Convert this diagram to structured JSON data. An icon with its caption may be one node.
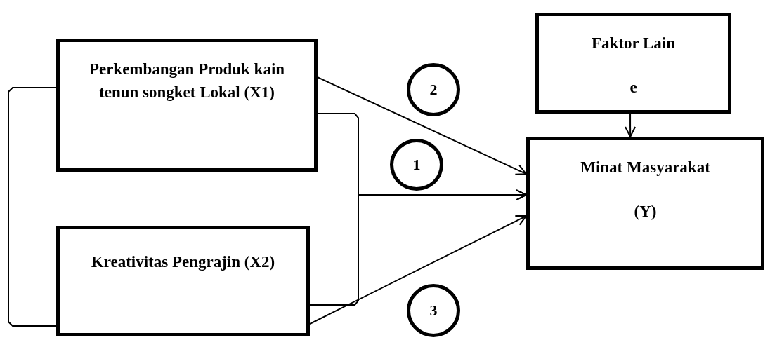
{
  "diagram": {
    "nodes": [
      {
        "text": [
          "Perkembangan Produk kain tenun songket Lokal (X1)"
        ]
      },
      {
        "text": [
          "Kreativitas Pengrajin (X2)"
        ]
      },
      {
        "text": [
          "Faktor Lain",
          "e"
        ]
      },
      {
        "text": [
          "Minat Masyarakat",
          "(Y)"
        ]
      },
      {
        "text": [
          "2"
        ]
      },
      {
        "text": [
          "1"
        ]
      },
      {
        "text": [
          "3"
        ]
      }
    ],
    "edges": [
      {
        "from": 0,
        "to": 3,
        "arrow": "to"
      },
      {
        "from": 0,
        "to": 3,
        "arrow": "to"
      },
      {
        "from": 1,
        "to": 3,
        "arrow": "to"
      },
      {
        "from": 1,
        "to": 3,
        "arrow": "to"
      },
      {
        "from": 2,
        "to": 3,
        "arrow": "to"
      },
      {
        "from": 0,
        "to": 1,
        "arrow": "none"
      }
    ]
  }
}
